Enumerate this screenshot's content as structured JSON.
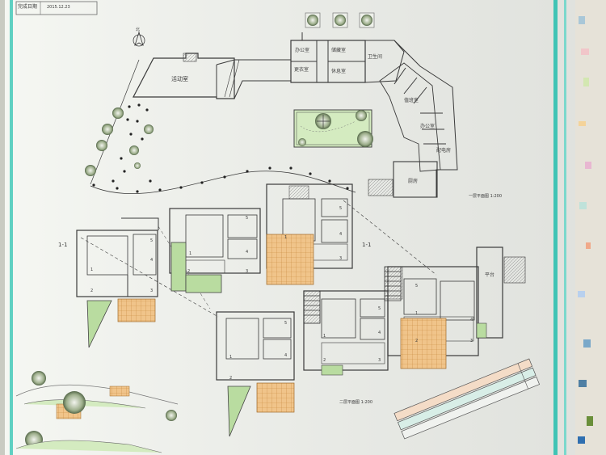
{
  "drawing": {
    "title_block": "完成日期",
    "date": "2015.12.23",
    "north_arrow": "北",
    "floor1_caption": "一层平面图 1:200",
    "floor2_caption": "二层平面图 1:200",
    "section_mark": "1-1",
    "rooms": {
      "gym": "活动室",
      "r1": "办公室",
      "r2": "储藏室",
      "r3": "卫生间",
      "r4": "更衣室",
      "r5": "休息室",
      "r6": "值班室",
      "r7": "办公室",
      "r8": "配电房",
      "r9": "厨房",
      "r10": "平台"
    },
    "unit_numbers": [
      "1",
      "2",
      "3",
      "4",
      "5"
    ],
    "colors": {
      "paper": "#f4f6f1",
      "board_border": "#3fc4b5",
      "ink": "#3a3a3a",
      "grass": "#b9dca0",
      "tile": "#e8b06a",
      "tree": "#7a9a6a"
    },
    "icons": [
      "north-arrow-icon",
      "tree-icon",
      "stair-icon",
      "compass-icon"
    ]
  }
}
